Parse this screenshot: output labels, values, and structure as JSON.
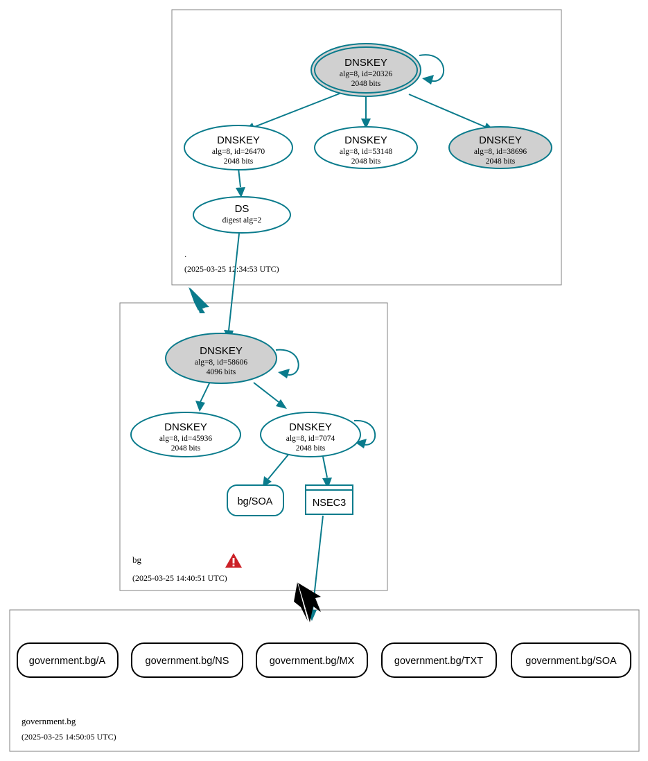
{
  "diagram": {
    "kind": "dnssec-authentication-chain",
    "colors": {
      "secure_edge": "#0a7b8c",
      "zone_border": "#808080",
      "key_fill_gray": "#d0d0d0",
      "key_fill_white": "#ffffff",
      "insecure_border": "#000000",
      "warning": "#cc2127"
    }
  },
  "zones": [
    {
      "id": "root",
      "label": ".",
      "timestamp": "(2025-03-25 12:34:53 UTC)",
      "has_warning": false,
      "nodes": [
        {
          "id": "root-ksk",
          "type": "DNSKEY",
          "shape": "double-ellipse",
          "fill": "gray",
          "self_signed": true,
          "title": "DNSKEY",
          "line2": "alg=8, id=20326",
          "line3": "2048 bits"
        },
        {
          "id": "root-zsk-26470",
          "type": "DNSKEY",
          "shape": "ellipse",
          "fill": "white",
          "self_signed": false,
          "title": "DNSKEY",
          "line2": "alg=8, id=26470",
          "line3": "2048 bits"
        },
        {
          "id": "root-zsk-53148",
          "type": "DNSKEY",
          "shape": "ellipse",
          "fill": "white",
          "self_signed": false,
          "title": "DNSKEY",
          "line2": "alg=8, id=53148",
          "line3": "2048 bits"
        },
        {
          "id": "root-zsk-38696",
          "type": "DNSKEY",
          "shape": "ellipse",
          "fill": "gray",
          "self_signed": false,
          "title": "DNSKEY",
          "line2": "alg=8, id=38696",
          "line3": "2048 bits"
        },
        {
          "id": "root-ds",
          "type": "DS",
          "shape": "ellipse",
          "fill": "white",
          "self_signed": false,
          "title": "DS",
          "line2": "digest alg=2",
          "line3": ""
        }
      ]
    },
    {
      "id": "bg",
      "label": "bg",
      "timestamp": "(2025-03-25 14:40:51 UTC)",
      "has_warning": true,
      "warning_icon": "warning-triangle-icon",
      "nodes": [
        {
          "id": "bg-ksk",
          "type": "DNSKEY",
          "shape": "ellipse",
          "fill": "gray",
          "self_signed": true,
          "title": "DNSKEY",
          "line2": "alg=8, id=58606",
          "line3": "4096 bits"
        },
        {
          "id": "bg-zsk-45936",
          "type": "DNSKEY",
          "shape": "ellipse",
          "fill": "white",
          "self_signed": false,
          "title": "DNSKEY",
          "line2": "alg=8, id=45936",
          "line3": "2048 bits"
        },
        {
          "id": "bg-zsk-7074",
          "type": "DNSKEY",
          "shape": "ellipse",
          "fill": "white",
          "self_signed": true,
          "title": "DNSKEY",
          "line2": "alg=8, id=7074",
          "line3": "2048 bits"
        },
        {
          "id": "bg-soa",
          "type": "RRSET",
          "shape": "rounded-rect",
          "title": "bg/SOA"
        },
        {
          "id": "bg-nsec3",
          "type": "NSEC3",
          "shape": "double-rect",
          "title": "NSEC3"
        }
      ]
    },
    {
      "id": "government-bg",
      "label": "government.bg",
      "timestamp": "(2025-03-25 14:50:05 UTC)",
      "has_warning": false,
      "nodes": [
        {
          "id": "gov-a",
          "type": "RRSET",
          "shape": "rounded-rect-black",
          "title": "government.bg/A"
        },
        {
          "id": "gov-ns",
          "type": "RRSET",
          "shape": "rounded-rect-black",
          "title": "government.bg/NS"
        },
        {
          "id": "gov-mx",
          "type": "RRSET",
          "shape": "rounded-rect-black",
          "title": "government.bg/MX"
        },
        {
          "id": "gov-txt",
          "type": "RRSET",
          "shape": "rounded-rect-black",
          "title": "government.bg/TXT"
        },
        {
          "id": "gov-soa",
          "type": "RRSET",
          "shape": "rounded-rect-black",
          "title": "government.bg/SOA"
        }
      ]
    }
  ],
  "delegations": [
    {
      "from": "root",
      "to": "bg",
      "style": "teal",
      "secure": true
    },
    {
      "from": "bg",
      "to": "government-bg",
      "style": "black",
      "secure": false
    }
  ]
}
